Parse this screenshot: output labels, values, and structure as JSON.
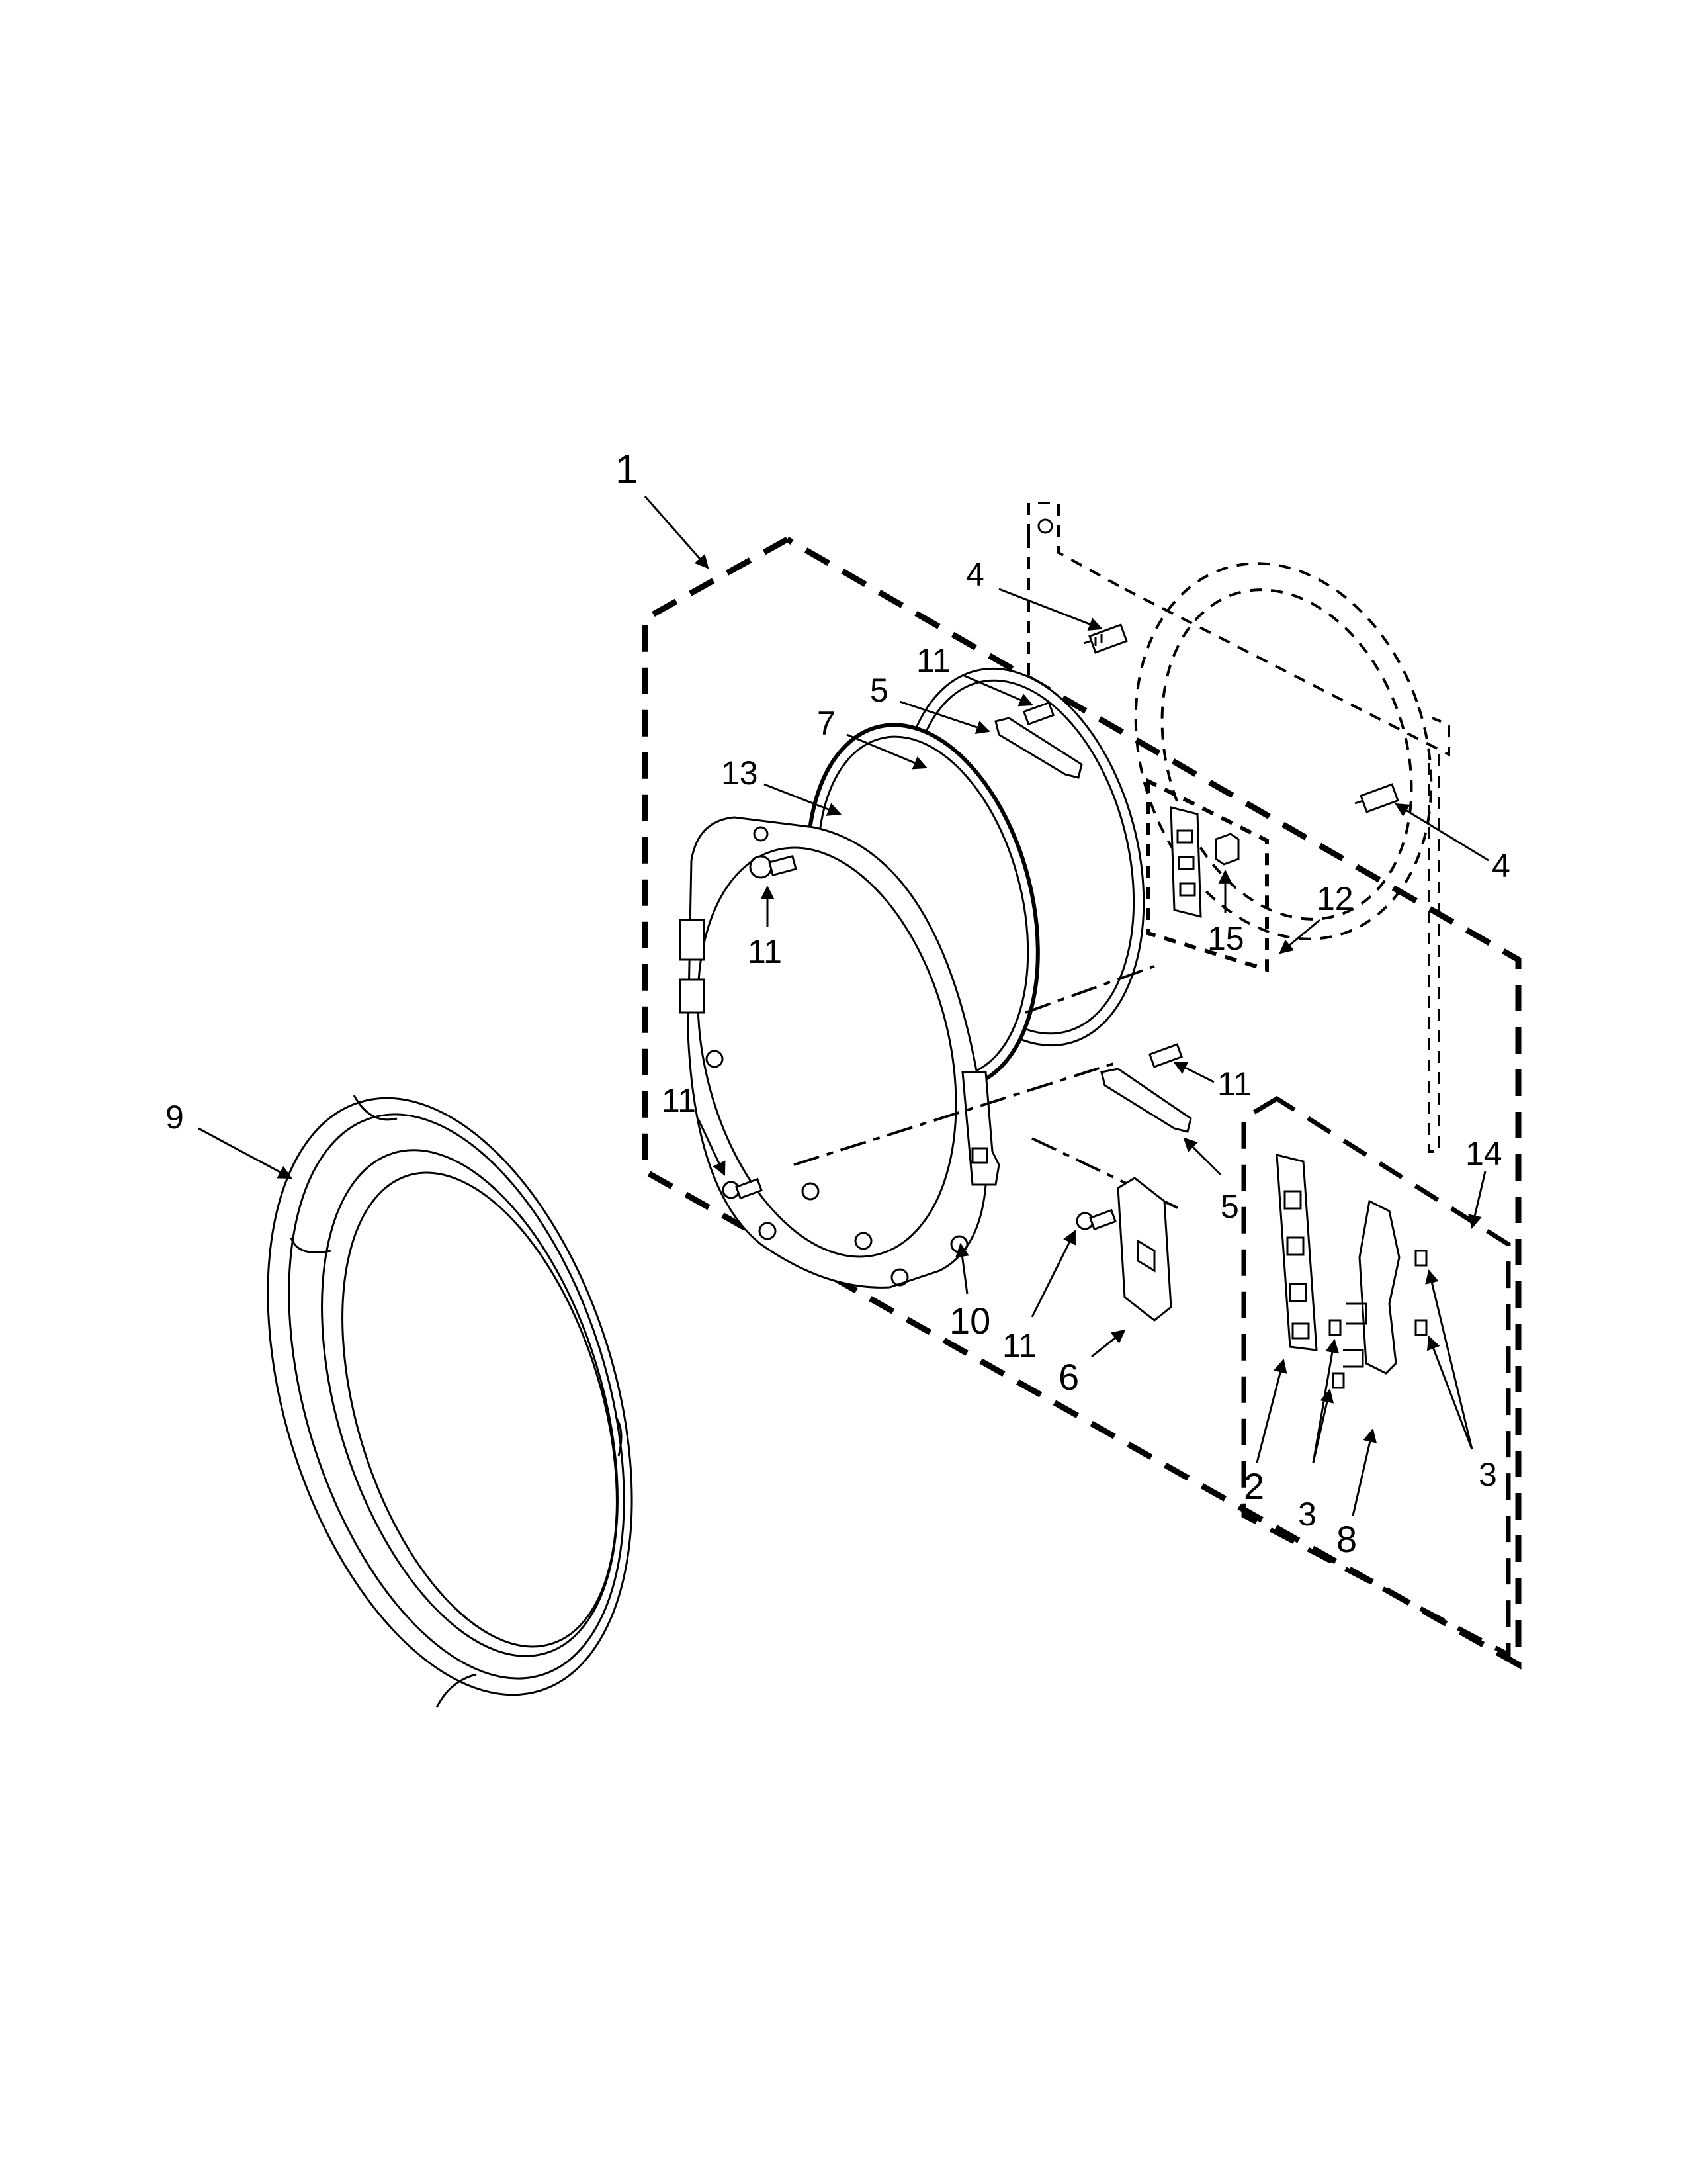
{
  "diagram": {
    "callouts": {
      "c1": "1",
      "c2": "2",
      "c3a": "3",
      "c3b": "3",
      "c4a": "4",
      "c4b": "4",
      "c5a": "5",
      "c5b": "5",
      "c6": "6",
      "c7": "7",
      "c8": "8",
      "c9": "9",
      "c10": "10",
      "c11a": "11",
      "c11b": "11",
      "c11c": "11",
      "c11d": "11",
      "c11e": "11",
      "c12": "12",
      "c13": "13",
      "c14": "14",
      "c15": "15"
    }
  }
}
